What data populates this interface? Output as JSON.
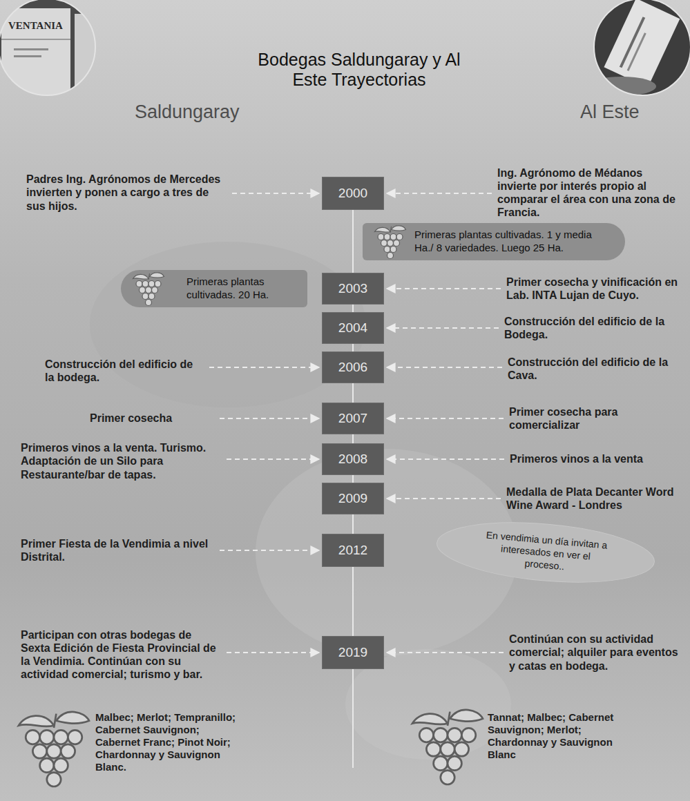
{
  "diagram": {
    "title": "Bodegas Saldungaray y Al Este Trayectorias",
    "nodes": [
      {
        "text": [
          "Padres Ing. Agrónomos de Mercedes invierten y ponen a cargo a tres de sus hijos."
        ]
      },
      {
        "text": [
          "2000"
        ]
      },
      {
        "text": [
          "Ing. Agrónomo de Médanos invierte por interés propio al comparar el área con una zona de Francia."
        ]
      },
      {
        "text": [
          "Primeras plantas cultivadas. 1 y media Ha./ 8 variedades. Luego 25 Ha."
        ]
      },
      {
        "text": [
          "Primeras plantas cultivadas. 20 Ha."
        ]
      },
      {
        "text": [
          "2003"
        ]
      },
      {
        "text": [
          "Primer cosecha y vinificación en Lab. INTA Lujan de Cuyo."
        ]
      },
      {
        "text": [
          "2004"
        ]
      },
      {
        "text": [
          "Construcción del edificio de la Bodega."
        ]
      },
      {
        "text": [
          "Construcción del edificio de la bodega."
        ]
      },
      {
        "text": [
          "2006"
        ]
      },
      {
        "text": [
          "Construcción del edificio de la Cava."
        ]
      },
      {
        "text": [
          "Primer cosecha"
        ]
      },
      {
        "text": [
          "2007"
        ]
      },
      {
        "text": [
          "Primer cosecha para comercializar"
        ]
      },
      {
        "text": [
          "Primeros vinos a la venta. Turismo. Adaptación de un Silo para Restaurante/bar de tapas."
        ]
      },
      {
        "text": [
          "2008"
        ]
      },
      {
        "text": [
          "Primeros vinos a la venta"
        ]
      },
      {
        "text": [
          "2009"
        ]
      },
      {
        "text": [
          "Medalla de Plata Decanter Word Wine Award - Londres"
        ]
      },
      {
        "text": [
          "Primer Fiesta de la Vendimia a nivel Distrital."
        ]
      },
      {
        "text": [
          "2012"
        ]
      },
      {
        "text": [
          "En vendimia un día invitan a interesados en ver el proceso.."
        ]
      },
      {
        "text": [
          "Participan con otras bodegas de Sexta Edición de Fiesta Provincial de la Vendimia. Continúan con su actividad comercial; turismo y bar."
        ]
      },
      {
        "text": [
          "2019"
        ]
      },
      {
        "text": [
          "Continúan con su actividad comercial; alquiler para eventos y catas en bodega."
        ]
      }
    ],
    "edges": [
      {
        "from": 0,
        "to": 1,
        "arrow": "to"
      },
      {
        "from": 2,
        "to": 1,
        "arrow": "to"
      },
      {
        "from": 6,
        "to": 5,
        "arrow": "to"
      },
      {
        "from": 8,
        "to": 7,
        "arrow": "to"
      },
      {
        "from": 9,
        "to": 10,
        "arrow": "to"
      },
      {
        "from": 11,
        "to": 10,
        "arrow": "to"
      },
      {
        "from": 12,
        "to": 13,
        "arrow": "to"
      },
      {
        "from": 14,
        "to": 13,
        "arrow": "to"
      },
      {
        "from": 15,
        "to": 16,
        "arrow": "to"
      },
      {
        "from": 17,
        "to": 16,
        "arrow": "to"
      },
      {
        "from": 19,
        "to": 18,
        "arrow": "to"
      },
      {
        "from": 20,
        "to": 21,
        "arrow": "to"
      },
      {
        "from": 23,
        "to": 24,
        "arrow": "to"
      },
      {
        "from": 25,
        "to": 24,
        "arrow": "to"
      }
    ],
    "labels": [
      "VENTANIA",
      "Saldungaray",
      "Al Este",
      "Malbec; Merlot; Tempranillo; Cabernet Sauvignon; Cabernet Franc; Pinot Noir; Chardonnay y Sauvignon Blanc.",
      "Tannat; Malbec; Cabernet Sauvignon; Merlot; Chardonnay y Sauvignon Blanc"
    ]
  }
}
